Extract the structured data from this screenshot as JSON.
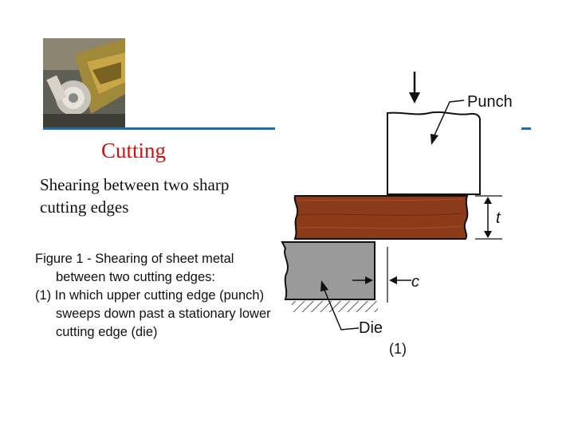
{
  "slide": {
    "title": "Cutting",
    "lead": "Shearing between two sharp cutting edges",
    "caption": {
      "line1": "Figure 1 ‑ Shearing of sheet metal between two cutting edges:",
      "line2": "(1) In which upper cutting edge (punch) sweeps down past a stationary lower cutting edge (die)"
    }
  },
  "diagram": {
    "punch_label": "Punch",
    "thickness_label": "t",
    "clearance_label": "c",
    "die_label": "Die",
    "figure_number": "(1)"
  },
  "colors": {
    "title": "#cc1111",
    "rule": "#1f6fa8",
    "sheet": "#8b3a1a",
    "die": "#9a9a9a"
  }
}
